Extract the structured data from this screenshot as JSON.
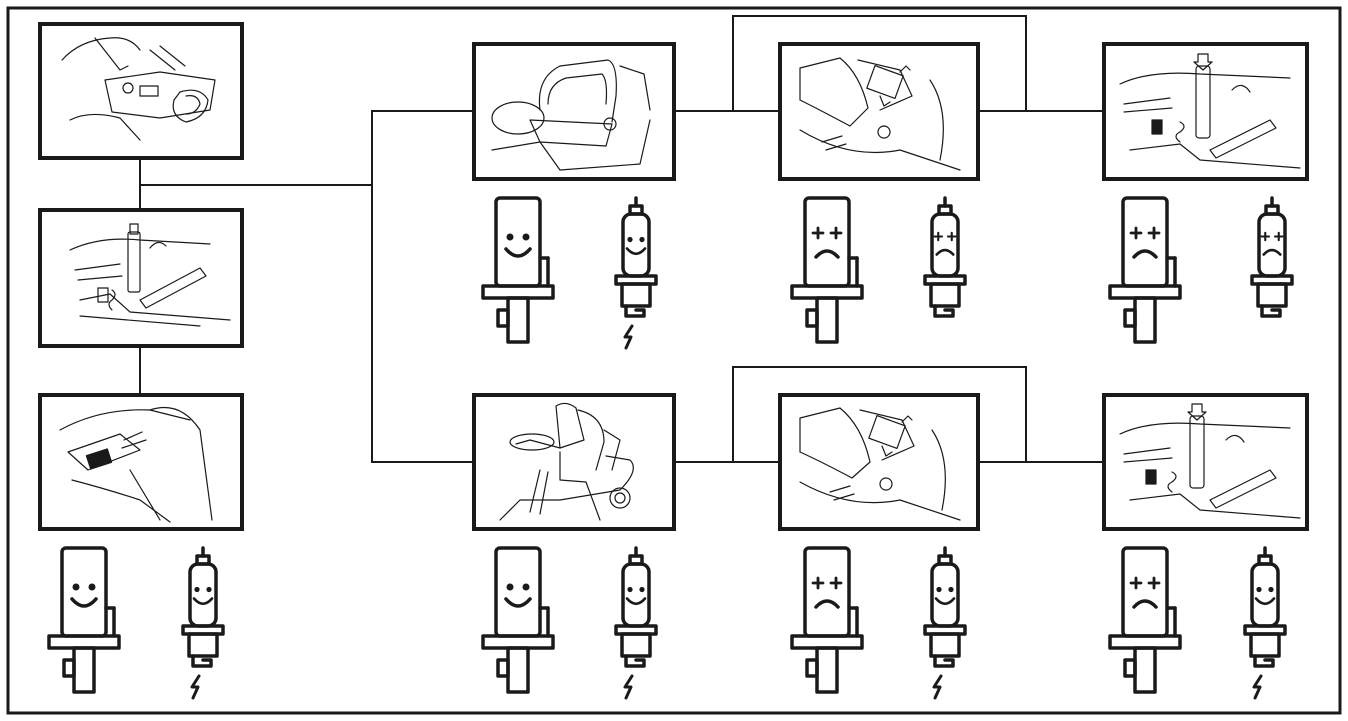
{
  "diagram": {
    "colors": {
      "line": "#1a1a1a",
      "background": "#ffffff"
    },
    "left_column": [
      {
        "scene": "hand-turning-ignition-key-icon"
      },
      {
        "scene": "spark-plug-lead-check-icon"
      },
      {
        "scene": "ignition-switch-closeup-icon"
      }
    ],
    "left_result": {
      "ignition_coil": "ok",
      "spark_plug": "ok",
      "spark": true
    },
    "branches": [
      {
        "id": "top",
        "steps": [
          {
            "scene": "seat-operator-absent-icon",
            "ignition_coil": "ok",
            "spark_plug": "ok",
            "spark": true
          },
          {
            "scene": "seat-switch-closeup-icon",
            "ignition_coil": "faulty",
            "spark_plug": "faulty",
            "spark": false
          },
          {
            "scene": "spark-plug-lead-tester-icon",
            "ignition_coil": "faulty",
            "spark_plug": "faulty",
            "spark": false
          }
        ]
      },
      {
        "id": "bottom",
        "steps": [
          {
            "scene": "operator-seated-icon",
            "ignition_coil": "ok",
            "spark_plug": "ok",
            "spark": true
          },
          {
            "scene": "seat-switch-closeup-icon",
            "ignition_coil": "faulty",
            "spark_plug": "ok",
            "spark": true
          },
          {
            "scene": "spark-plug-lead-tester-icon",
            "ignition_coil": "faulty",
            "spark_plug": "ok",
            "spark": true
          }
        ]
      }
    ]
  }
}
